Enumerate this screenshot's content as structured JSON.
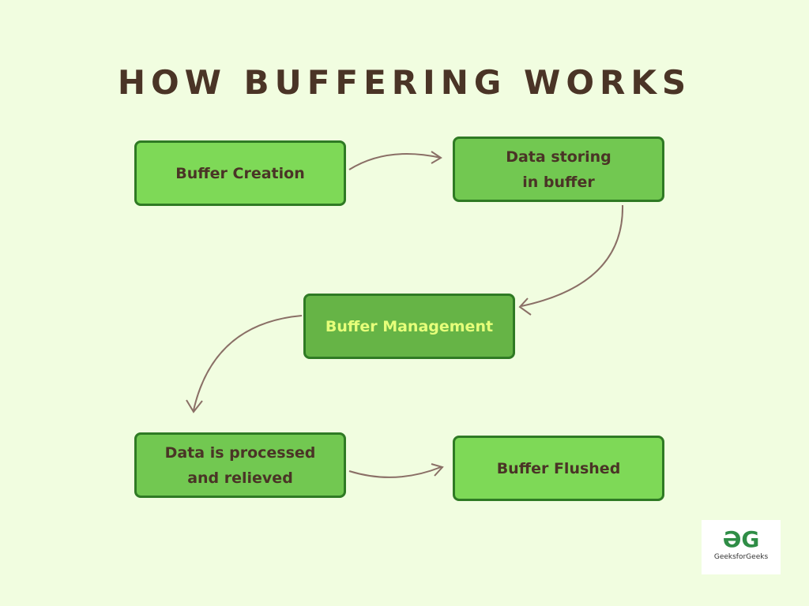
{
  "title": "HOW BUFFERING WORKS",
  "steps": {
    "creation": "Buffer Creation",
    "storing": "Data storing in buffer",
    "management": "Buffer Management",
    "processed": "Data is processed and relieved",
    "flushed": "Buffer Flushed"
  },
  "logo": {
    "text": "GeeksforGeeks"
  },
  "colors": {
    "background": "#f1fde0",
    "box": "#7ed957",
    "box_dark": "#66b446",
    "border": "#2f7a24",
    "text": "#4a3426",
    "highlight_text": "#e6ff7a"
  }
}
